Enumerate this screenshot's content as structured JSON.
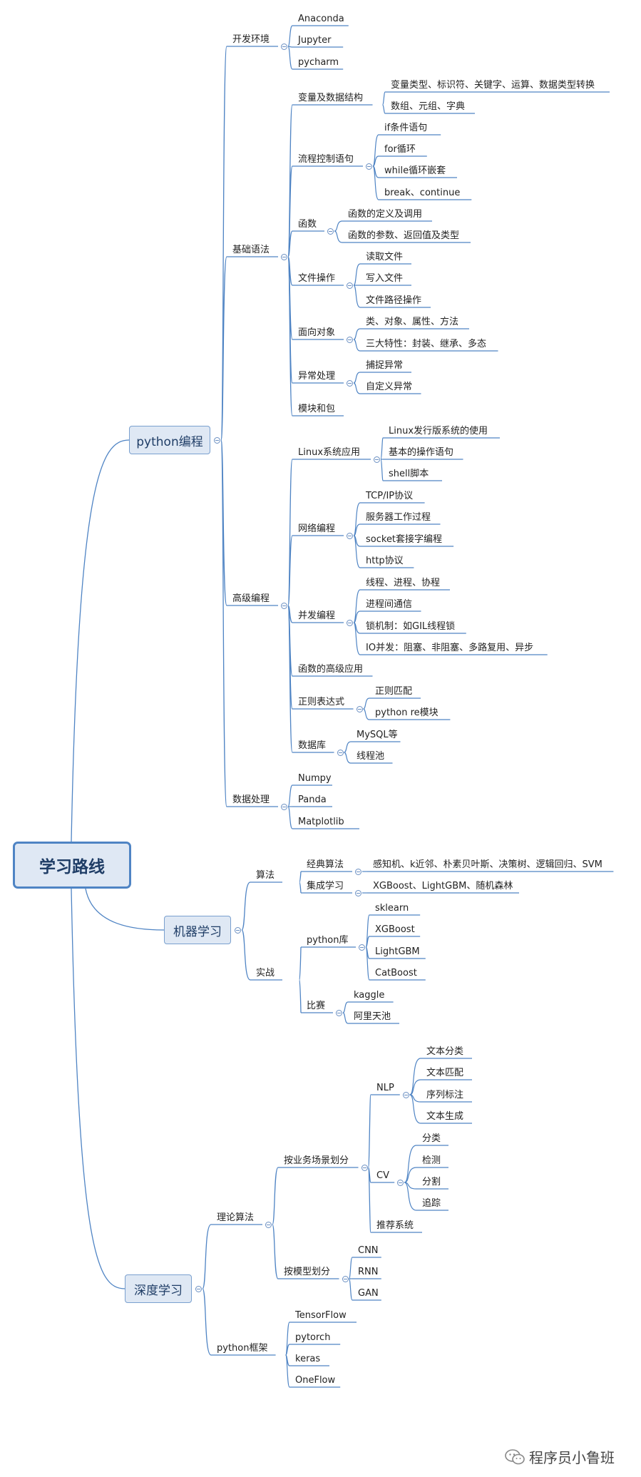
{
  "root": "学习路线",
  "python": {
    "label": "python编程",
    "dev_env": {
      "label": "开发环境",
      "items": [
        "Anaconda",
        "Jupyter",
        "pycharm"
      ]
    },
    "basic": {
      "label": "基础语法",
      "var": {
        "label": "变量及数据结构",
        "items": [
          "变量类型、标识符、关键字、运算、数据类型转换",
          "数组、元组、字典"
        ]
      },
      "flow": {
        "label": "流程控制语句",
        "items": [
          "if条件语句",
          "for循环",
          "while循环嵌套",
          "break、continue"
        ]
      },
      "func": {
        "label": "函数",
        "items": [
          "函数的定义及调用",
          "函数的参数、返回值及类型"
        ]
      },
      "file": {
        "label": "文件操作",
        "items": [
          "读取文件",
          "写入文件",
          "文件路径操作"
        ]
      },
      "oop": {
        "label": "面向对象",
        "items": [
          "类、对象、属性、方法",
          "三大特性：封装、继承、多态"
        ]
      },
      "exc": {
        "label": "异常处理",
        "items": [
          "捕捉异常",
          "自定义异常"
        ]
      },
      "module": "模块和包"
    },
    "advanced": {
      "label": "高级编程",
      "linux": {
        "label": "Linux系统应用",
        "items": [
          "Linux发行版系统的使用",
          "基本的操作语句",
          "shell脚本"
        ]
      },
      "net": {
        "label": "网络编程",
        "items": [
          "TCP/IP协议",
          "服务器工作过程",
          "socket套接字编程",
          "http协议"
        ]
      },
      "conc": {
        "label": "并发编程",
        "items": [
          "线程、进程、协程",
          "进程间通信",
          "锁机制：如GIL线程锁",
          "IO并发：阻塞、非阻塞、多路复用、异步"
        ]
      },
      "func_adv": "函数的高级应用",
      "regex": {
        "label": "正则表达式",
        "items": [
          "正则匹配",
          "python re模块"
        ]
      },
      "db": {
        "label": "数据库",
        "items": [
          "MySQL等",
          "线程池"
        ]
      }
    },
    "data": {
      "label": "数据处理",
      "items": [
        "Numpy",
        "Panda",
        "Matplotlib"
      ]
    }
  },
  "ml": {
    "label": "机器学习",
    "algo": {
      "label": "算法",
      "classic": {
        "label": "经典算法",
        "items": [
          "感知机、k近邻、朴素贝叶斯、决策树、逻辑回归、SVM"
        ]
      },
      "ensemble": {
        "label": "集成学习",
        "items": [
          "XGBoost、LightGBM、随机森林"
        ]
      }
    },
    "practice": {
      "label": "实战",
      "pylib": {
        "label": "python库",
        "items": [
          "sklearn",
          "XGBoost",
          "LightGBM",
          "CatBoost"
        ]
      },
      "comp": {
        "label": "比赛",
        "items": [
          "kaggle",
          "阿里天池"
        ]
      }
    }
  },
  "dl": {
    "label": "深度学习",
    "theory": {
      "label": "理论算法",
      "scene": {
        "label": "按业务场景划分",
        "nlp": {
          "label": "NLP",
          "items": [
            "文本分类",
            "文本匹配",
            "序列标注",
            "文本生成"
          ]
        },
        "cv": {
          "label": "CV",
          "items": [
            "分类",
            "检测",
            "分割",
            "追踪"
          ]
        },
        "rec": "推荐系统"
      },
      "model": {
        "label": "按模型划分",
        "items": [
          "CNN",
          "RNN",
          "GAN"
        ]
      }
    },
    "frameworks": {
      "label": "python框架",
      "items": [
        "TensorFlow",
        "pytorch",
        "keras",
        "OneFlow"
      ]
    }
  },
  "watermark": "程序员小鲁班"
}
